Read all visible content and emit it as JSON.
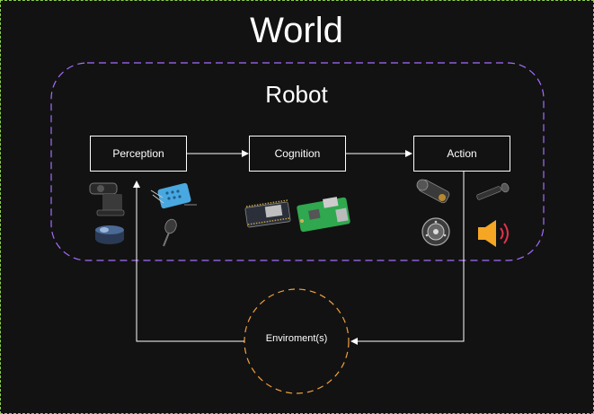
{
  "diagram": {
    "world_label": "World",
    "robot_label": "Robot",
    "nodes": {
      "perception": "Perception",
      "cognition": "Cognition",
      "action": "Action",
      "environment": "Enviroment(s)"
    },
    "device_icons": {
      "perception": [
        "webcam-icon",
        "humidity-sensor-icon",
        "lidar-icon",
        "microphone-icon"
      ],
      "cognition": [
        "microcontroller-board-icon",
        "raspberry-pi-board-icon"
      ],
      "action": [
        "servo-motor-icon",
        "flashlight-icon",
        "wheel-motor-icon",
        "speaker-icon"
      ]
    },
    "colors": {
      "background": "#121212",
      "robot_boundary": "#a66cff",
      "environment_boundary": "#f0a040",
      "outer_frame": "#8fd14f",
      "lines": "#ffffff"
    }
  }
}
